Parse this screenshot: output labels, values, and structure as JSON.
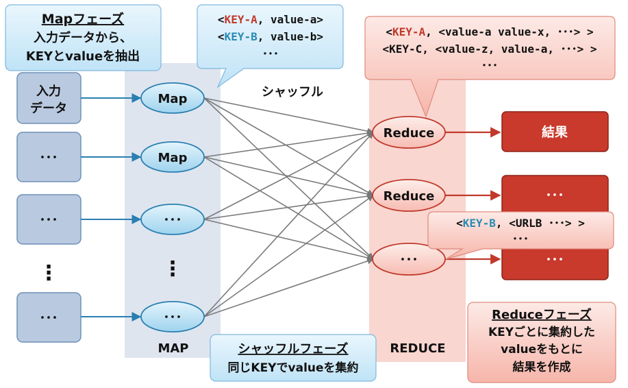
{
  "map_phase_box": {
    "title": "Mapフェーズ",
    "line1": "入力データから、",
    "line2": "KEYとvalueを抽出"
  },
  "map_bubble": {
    "l1_pre": "<",
    "l1_key": "KEY-A",
    "l1_rest": ", value-a>",
    "l2_pre": "<",
    "l2_key": "KEY-B",
    "l2_rest": ", value-b>",
    "l3": "･･･"
  },
  "reduce_bubble_top": {
    "l1_pre": "<",
    "l1_key": "KEY-A",
    "l1_rest": ", <value-a value-x, ･･･> >",
    "l2": "<KEY-C, <value-z, value-a, ･･･> >",
    "l3": "･･･"
  },
  "reduce_bubble_mid": {
    "l1_pre": "<",
    "l1_key": "KEY-B",
    "l1_rest": ", <URLB ･･･> >",
    "l2": "･･･"
  },
  "input_boxes": {
    "first_l1": "入力",
    "first_l2": "データ",
    "dots": "･･･",
    "vdots": "⋮"
  },
  "map_nodes": {
    "map1": "Map",
    "map2": "Map",
    "dots": "･･･",
    "vdots": "⋮"
  },
  "reduce_nodes": {
    "r1": "Reduce",
    "r2": "Reduce",
    "r3": "･･･"
  },
  "result_boxes": {
    "result": "結果",
    "dots": "･･･"
  },
  "labels": {
    "shuffle": "シャッフル",
    "map": "MAP",
    "reduce": "REDUCE"
  },
  "shuffle_phase_box": {
    "title": "シャッフルフェーズ",
    "line1": "同じKEYでvalueを集約"
  },
  "reduce_phase_box": {
    "title": "Reduceフェーズ",
    "line1": "KEYごとに集約した",
    "line2": "valueをもとに",
    "line3": "結果を作成"
  },
  "colors": {
    "key_a": "#c0392b",
    "key_b": "#2a8bb5",
    "map_band": "#dfe5ef",
    "reduce_band": "#f9d6d0",
    "map_node_fill": "#bfe3f5",
    "reduce_node_fill": "#fbe1dc",
    "result_fill": "#c9392c",
    "input_fill": "#b9c9e0"
  }
}
